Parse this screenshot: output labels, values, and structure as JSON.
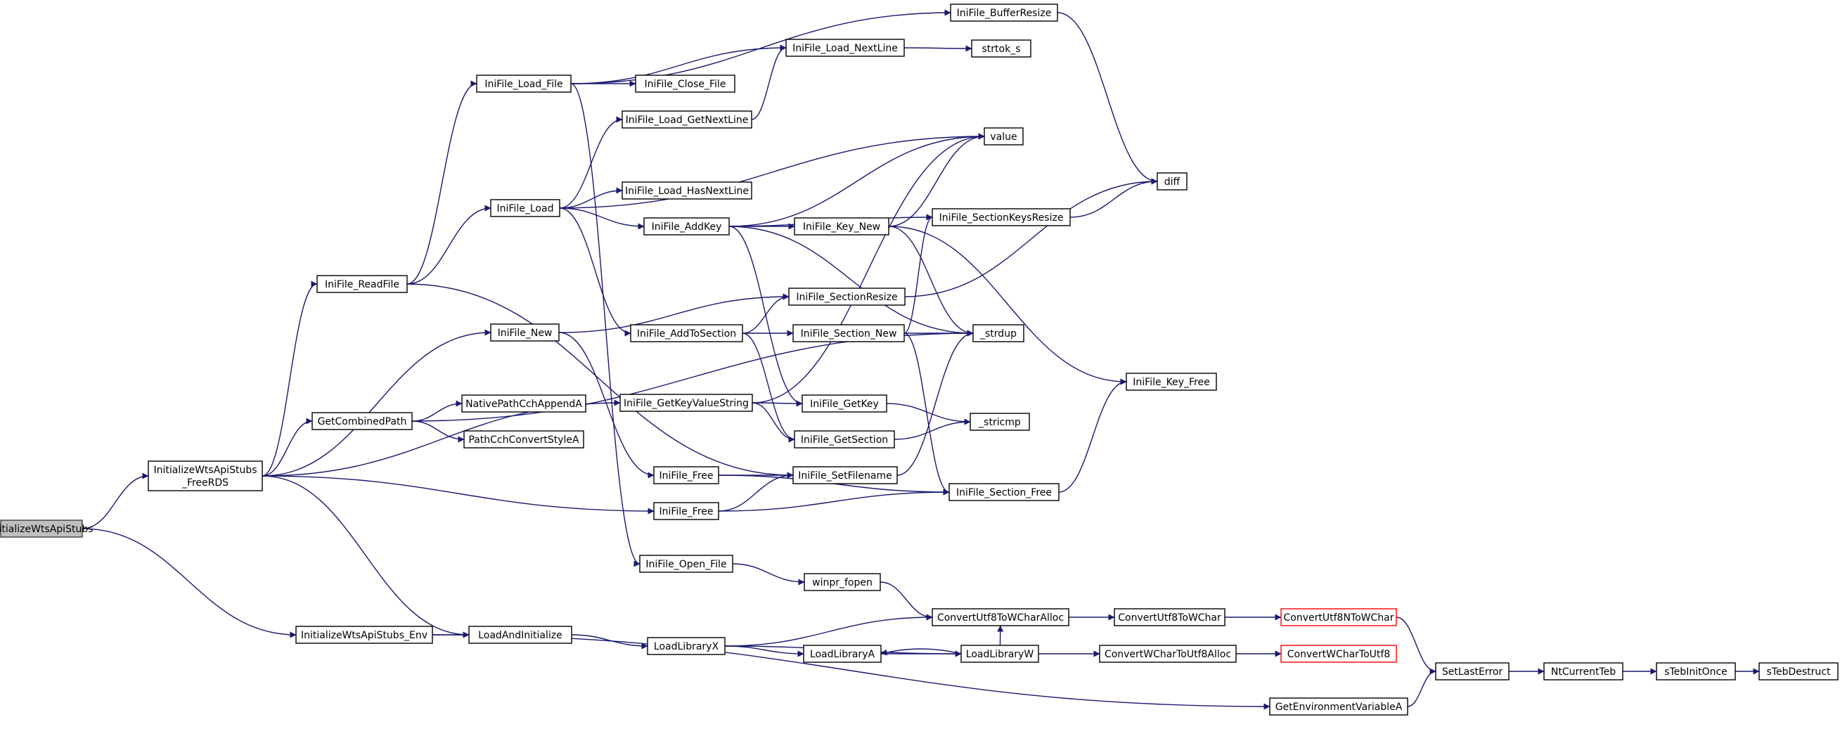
{
  "colors": {
    "edge": "#191970",
    "node_border": "#000000",
    "root_fill": "#bfbfbf",
    "truncated_border": "#ff0000",
    "background": "#ffffff"
  },
  "nodes": [
    {
      "id": "InitializeWtsApiStubs",
      "label": "InitializeWtsApiStubs",
      "style": "root"
    },
    {
      "id": "InitializeWtsApiStubs_FreeRDS",
      "label": "InitializeWtsApiStubs\n_FreeRDS"
    },
    {
      "id": "InitializeWtsApiStubs_Env",
      "label": "InitializeWtsApiStubs_Env"
    },
    {
      "id": "IniFile_ReadFile",
      "label": "IniFile_ReadFile"
    },
    {
      "id": "IniFile_New",
      "label": "IniFile_New"
    },
    {
      "id": "GetCombinedPath",
      "label": "GetCombinedPath"
    },
    {
      "id": "LoadAndInitialize",
      "label": "LoadAndInitialize"
    },
    {
      "id": "IniFile_Load_File",
      "label": "IniFile_Load_File"
    },
    {
      "id": "IniFile_Load",
      "label": "IniFile_Load"
    },
    {
      "id": "IniFile_BufferResize",
      "label": "IniFile_BufferResize"
    },
    {
      "id": "IniFile_Load_NextLine",
      "label": "IniFile_Load_NextLine"
    },
    {
      "id": "IniFile_Close_File",
      "label": "IniFile_Close_File"
    },
    {
      "id": "strtok_s",
      "label": "strtok_s"
    },
    {
      "id": "IniFile_Load_GetNextLine",
      "label": "IniFile_Load_GetNextLine"
    },
    {
      "id": "value",
      "label": "value"
    },
    {
      "id": "diff",
      "label": "diff"
    },
    {
      "id": "IniFile_Load_HasNextLine",
      "label": "IniFile_Load_HasNextLine"
    },
    {
      "id": "IniFile_AddKey",
      "label": "IniFile_AddKey"
    },
    {
      "id": "IniFile_Key_New",
      "label": "IniFile_Key_New"
    },
    {
      "id": "IniFile_SectionKeysResize",
      "label": "IniFile_SectionKeysResize"
    },
    {
      "id": "IniFile_SectionResize",
      "label": "IniFile_SectionResize"
    },
    {
      "id": "IniFile_AddToSection",
      "label": "IniFile_AddToSection"
    },
    {
      "id": "IniFile_Section_New",
      "label": "IniFile_Section_New"
    },
    {
      "id": "_strdup",
      "label": "_strdup"
    },
    {
      "id": "IniFile_Key_Free",
      "label": "IniFile_Key_Free"
    },
    {
      "id": "NativePathCchAppendA",
      "label": "NativePathCchAppendA"
    },
    {
      "id": "PathCchConvertStyleA",
      "label": "PathCchConvertStyleA"
    },
    {
      "id": "IniFile_GetKeyValueString",
      "label": "IniFile_GetKeyValueString"
    },
    {
      "id": "IniFile_GetKey",
      "label": "IniFile_GetKey"
    },
    {
      "id": "IniFile_GetSection",
      "label": "IniFile_GetSection"
    },
    {
      "id": "_stricmp",
      "label": "_stricmp"
    },
    {
      "id": "IniFile_Free_1",
      "label": "IniFile_Free"
    },
    {
      "id": "IniFile_Free_2",
      "label": "IniFile_Free"
    },
    {
      "id": "IniFile_SetFilename",
      "label": "IniFile_SetFilename"
    },
    {
      "id": "IniFile_Section_Free",
      "label": "IniFile_Section_Free"
    },
    {
      "id": "IniFile_Open_File",
      "label": "IniFile_Open_File"
    },
    {
      "id": "winpr_fopen",
      "label": "winpr_fopen"
    },
    {
      "id": "ConvertUtf8ToWCharAlloc",
      "label": "ConvertUtf8ToWCharAlloc"
    },
    {
      "id": "ConvertUtf8ToWChar",
      "label": "ConvertUtf8ToWChar"
    },
    {
      "id": "ConvertUtf8NToWChar",
      "label": "ConvertUtf8NToWChar",
      "style": "red"
    },
    {
      "id": "LoadLibraryX",
      "label": "LoadLibraryX"
    },
    {
      "id": "LoadLibraryA",
      "label": "LoadLibraryA"
    },
    {
      "id": "LoadLibraryW",
      "label": "LoadLibraryW"
    },
    {
      "id": "ConvertWCharToUtf8Alloc",
      "label": "ConvertWCharToUtf8Alloc"
    },
    {
      "id": "ConvertWCharToUtf8",
      "label": "ConvertWCharToUtf8",
      "style": "red"
    },
    {
      "id": "SetLastError",
      "label": "SetLastError"
    },
    {
      "id": "NtCurrentTeb",
      "label": "NtCurrentTeb"
    },
    {
      "id": "sTebInitOnce",
      "label": "sTebInitOnce"
    },
    {
      "id": "sTebDestruct",
      "label": "sTebDestruct"
    },
    {
      "id": "GetEnvironmentVariableA",
      "label": "GetEnvironmentVariableA"
    }
  ],
  "edges": [
    [
      "InitializeWtsApiStubs",
      "InitializeWtsApiStubs_FreeRDS"
    ],
    [
      "InitializeWtsApiStubs",
      "InitializeWtsApiStubs_Env"
    ],
    [
      "InitializeWtsApiStubs_FreeRDS",
      "IniFile_ReadFile"
    ],
    [
      "InitializeWtsApiStubs_FreeRDS",
      "IniFile_New"
    ],
    [
      "InitializeWtsApiStubs_FreeRDS",
      "GetCombinedPath"
    ],
    [
      "InitializeWtsApiStubs_FreeRDS",
      "IniFile_GetKeyValueString"
    ],
    [
      "InitializeWtsApiStubs_FreeRDS",
      "IniFile_Free_2"
    ],
    [
      "InitializeWtsApiStubs_FreeRDS",
      "LoadAndInitialize"
    ],
    [
      "InitializeWtsApiStubs_Env",
      "LoadAndInitialize"
    ],
    [
      "InitializeWtsApiStubs_Env",
      "GetEnvironmentVariableA"
    ],
    [
      "IniFile_ReadFile",
      "IniFile_Load_File"
    ],
    [
      "IniFile_ReadFile",
      "IniFile_Load"
    ],
    [
      "IniFile_ReadFile",
      "IniFile_SetFilename"
    ],
    [
      "IniFile_New",
      "IniFile_SectionResize"
    ],
    [
      "IniFile_New",
      "IniFile_Free_1"
    ],
    [
      "GetCombinedPath",
      "NativePathCchAppendA"
    ],
    [
      "GetCombinedPath",
      "PathCchConvertStyleA"
    ],
    [
      "GetCombinedPath",
      "_strdup"
    ],
    [
      "LoadAndInitialize",
      "LoadLibraryX"
    ],
    [
      "IniFile_Load_File",
      "IniFile_BufferResize"
    ],
    [
      "IniFile_Load_File",
      "IniFile_Load_NextLine"
    ],
    [
      "IniFile_Load_File",
      "IniFile_Close_File"
    ],
    [
      "IniFile_Load_File",
      "IniFile_Open_File"
    ],
    [
      "IniFile_Load",
      "IniFile_Load_GetNextLine"
    ],
    [
      "IniFile_Load",
      "IniFile_Load_HasNextLine"
    ],
    [
      "IniFile_Load",
      "value"
    ],
    [
      "IniFile_Load",
      "IniFile_AddKey"
    ],
    [
      "IniFile_Load",
      "IniFile_AddToSection"
    ],
    [
      "IniFile_BufferResize",
      "diff"
    ],
    [
      "IniFile_Load_NextLine",
      "strtok_s"
    ],
    [
      "IniFile_Load_GetNextLine",
      "IniFile_Load_NextLine"
    ],
    [
      "IniFile_AddKey",
      "value"
    ],
    [
      "IniFile_AddKey",
      "IniFile_Key_New"
    ],
    [
      "IniFile_AddKey",
      "IniFile_SectionKeysResize"
    ],
    [
      "IniFile_AddKey",
      "_strdup"
    ],
    [
      "IniFile_AddKey",
      "IniFile_GetKey"
    ],
    [
      "IniFile_Key_New",
      "value"
    ],
    [
      "IniFile_Key_New",
      "_strdup"
    ],
    [
      "IniFile_Key_New",
      "IniFile_Key_Free"
    ],
    [
      "IniFile_SectionKeysResize",
      "diff"
    ],
    [
      "IniFile_SectionResize",
      "diff"
    ],
    [
      "IniFile_AddToSection",
      "IniFile_SectionResize"
    ],
    [
      "IniFile_AddToSection",
      "IniFile_Section_New"
    ],
    [
      "IniFile_AddToSection",
      "IniFile_GetSection"
    ],
    [
      "IniFile_Section_New",
      "_strdup"
    ],
    [
      "IniFile_Section_New",
      "IniFile_SectionKeysResize"
    ],
    [
      "IniFile_Section_New",
      "IniFile_Section_Free"
    ],
    [
      "IniFile_GetKeyValueString",
      "value"
    ],
    [
      "IniFile_GetKeyValueString",
      "IniFile_GetKey"
    ],
    [
      "IniFile_GetKeyValueString",
      "IniFile_GetSection"
    ],
    [
      "IniFile_GetKey",
      "_stricmp"
    ],
    [
      "IniFile_GetSection",
      "_stricmp"
    ],
    [
      "IniFile_Free_1",
      "IniFile_SetFilename"
    ],
    [
      "IniFile_Free_1",
      "IniFile_Section_Free"
    ],
    [
      "IniFile_Free_2",
      "IniFile_SetFilename"
    ],
    [
      "IniFile_Free_2",
      "IniFile_Section_Free"
    ],
    [
      "IniFile_SetFilename",
      "_strdup"
    ],
    [
      "IniFile_Section_Free",
      "IniFile_Key_Free"
    ],
    [
      "IniFile_Open_File",
      "winpr_fopen"
    ],
    [
      "winpr_fopen",
      "ConvertUtf8ToWCharAlloc"
    ],
    [
      "ConvertUtf8ToWCharAlloc",
      "ConvertUtf8ToWChar"
    ],
    [
      "ConvertUtf8ToWChar",
      "ConvertUtf8NToWChar"
    ],
    [
      "ConvertUtf8NToWChar",
      "SetLastError"
    ],
    [
      "LoadLibraryX",
      "ConvertUtf8ToWCharAlloc"
    ],
    [
      "LoadLibraryX",
      "LoadLibraryA"
    ],
    [
      "LoadLibraryX",
      "LoadLibraryW"
    ],
    [
      "LoadLibraryA",
      "LoadLibraryW"
    ],
    [
      "LoadLibraryW",
      "LoadLibraryA"
    ],
    [
      "LoadLibraryW",
      "ConvertUtf8ToWCharAlloc"
    ],
    [
      "LoadLibraryW",
      "ConvertWCharToUtf8Alloc"
    ],
    [
      "ConvertWCharToUtf8Alloc",
      "ConvertWCharToUtf8"
    ],
    [
      "SetLastError",
      "NtCurrentTeb"
    ],
    [
      "NtCurrentTeb",
      "sTebInitOnce"
    ],
    [
      "sTebInitOnce",
      "sTebDestruct"
    ],
    [
      "GetEnvironmentVariableA",
      "SetLastError"
    ]
  ]
}
